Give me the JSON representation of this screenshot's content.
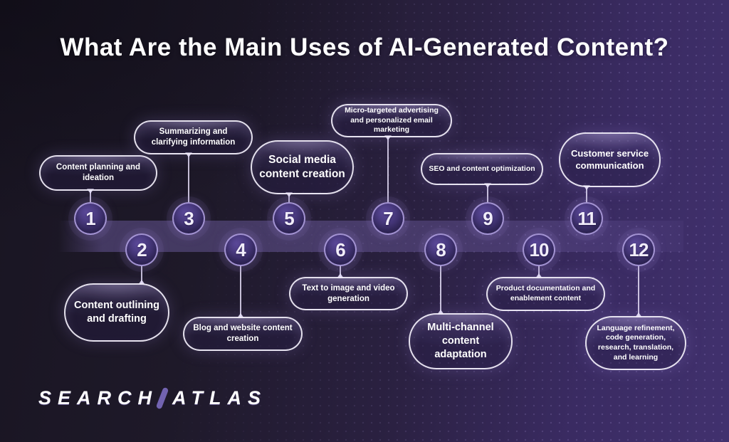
{
  "title": "What Are the Main Uses of AI-Generated Content?",
  "items": [
    {
      "number": "1",
      "label": "Content planning and ideation"
    },
    {
      "number": "2",
      "label": "Content outlining and drafting"
    },
    {
      "number": "3",
      "label": "Summarizing and clarifying information"
    },
    {
      "number": "4",
      "label": "Blog and website content creation"
    },
    {
      "number": "5",
      "label": "Social media content creation"
    },
    {
      "number": "6",
      "label": "Text to image and video generation"
    },
    {
      "number": "7",
      "label": "Micro-targeted advertising and personalized email marketing"
    },
    {
      "number": "8",
      "label": "Multi-channel content adaptation"
    },
    {
      "number": "9",
      "label": "SEO and content optimization"
    },
    {
      "number": "10",
      "label": "Product documentation and enablement content"
    },
    {
      "number": "11",
      "label": "Customer service communication"
    },
    {
      "number": "12",
      "label": "Language refinement, code generation, research, translation, and learning"
    }
  ],
  "logo": {
    "left": "SEARCH",
    "slash": "/",
    "right": "ATLAS"
  },
  "colors": {
    "background_dark": "#1a1623",
    "background_purple": "#41316e",
    "accent_slash": "#7263b0",
    "circle_fill": "#453577",
    "circle_border": "#baaae8",
    "bubble_border": "#f3f0fb",
    "band": "#8a76ca",
    "text": "#ffffff"
  }
}
